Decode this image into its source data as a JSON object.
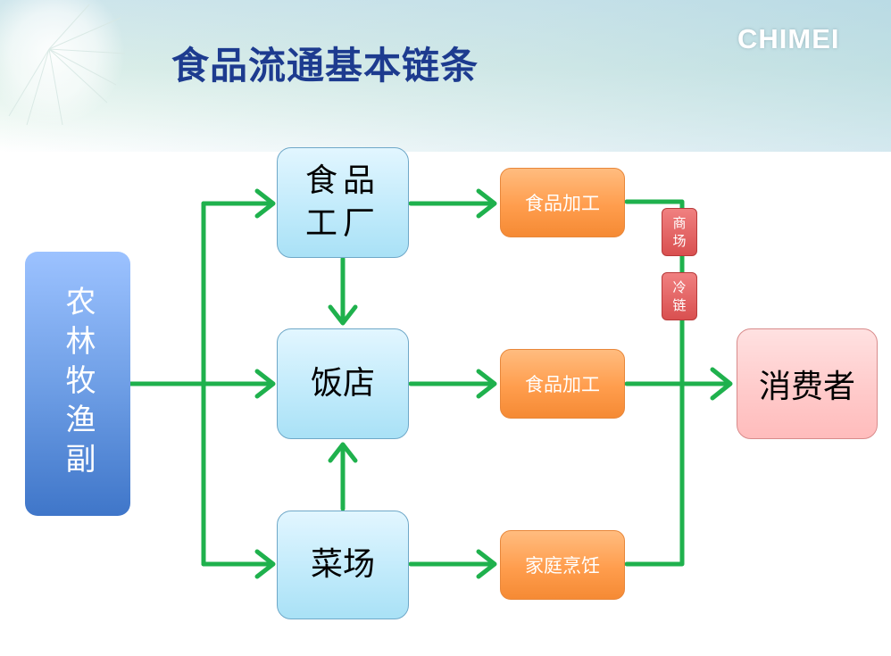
{
  "header": {
    "title": "食品流通基本链条",
    "logo": "CHIMEI"
  },
  "diagram": {
    "source": "农林牧渔副",
    "nodes": {
      "food_factory": "食品工厂",
      "restaurant": "饭店",
      "market": "菜场"
    },
    "processes": {
      "top": "食品加工",
      "middle": "食品加工",
      "bottom": "家庭烹饪"
    },
    "tags": {
      "mall": "商场",
      "cold_chain": "冷链"
    },
    "consumer": "消费者",
    "colors": {
      "arrow": "#1fb14d",
      "source": "#4a80d4",
      "node": "#bde8f9",
      "process": "#ff9c4a",
      "tag": "#e06060",
      "consumer": "#ffc8c8",
      "title": "#1d3b8f"
    }
  }
}
